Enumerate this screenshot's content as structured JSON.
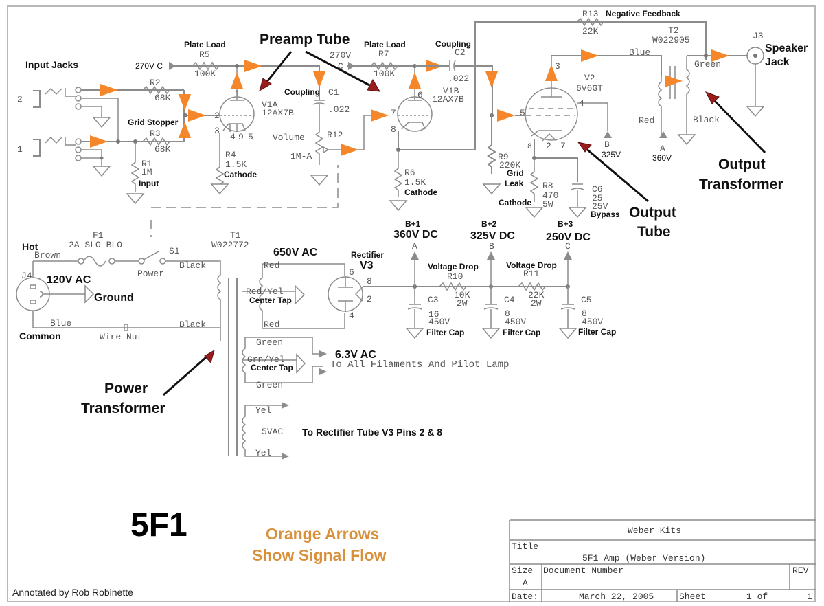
{
  "diagram": {
    "model": "5F1",
    "legend_line1": "Orange Arrows",
    "legend_line2": "Show Signal Flow",
    "credit": "Annotated by Rob Robinette",
    "colors": {
      "signal_arrow": "#f5862a",
      "pointer_arrow": "#9a1c1c",
      "wire": "#8c8c8c",
      "legend_text": "#d9903a"
    }
  },
  "annotations": {
    "input_jacks": "Input Jacks",
    "preamp_tube": "Preamp Tube",
    "output_tube_1": "Output",
    "output_tube_2": "Tube",
    "output_transformer_1": "Output",
    "output_transformer_2": "Transformer",
    "power_transformer_1": "Power",
    "power_transformer_2": "Transformer",
    "speaker_jack_1": "Speaker",
    "speaker_jack_2": "Jack",
    "hot": "Hot",
    "common": "Common",
    "v120": "120V AC",
    "ground": "Ground",
    "v650": "650V AC",
    "rectifier": "Rectifier",
    "v63": "6.3V AC",
    "filaments": "To All Filaments And Pilot Lamp",
    "to_rectifier": "To Rectifier Tube V3 Pins 2 & 8",
    "center_tap": "Center Tap"
  },
  "inputs": {
    "jack2": "2",
    "jack1": "1",
    "r1": {
      "ref": "R1",
      "value": "1M",
      "role": "Input"
    },
    "r2": {
      "ref": "R2",
      "value": "68K"
    },
    "r3": {
      "ref": "R3",
      "value": "68K",
      "role": "Grid Stopper"
    }
  },
  "preamp": {
    "r5": {
      "ref": "R5",
      "value": "100K",
      "role": "Plate Load",
      "supply": "270V C"
    },
    "v1a": {
      "ref": "V1A",
      "type": "12AX7B",
      "pins": [
        "1",
        "2",
        "3",
        "4",
        "9",
        "5"
      ]
    },
    "r4": {
      "ref": "R4",
      "value": "1.5K",
      "role": "Cathode"
    },
    "c1": {
      "ref": "C1",
      "value": ".022",
      "role": "Coupling"
    },
    "r12": {
      "ref": "R12",
      "value": "1M-A",
      "role": "Volume"
    },
    "r7": {
      "ref": "R7",
      "value": "100K",
      "role": "Plate Load",
      "supply_v": "270V",
      "supply_c": "C"
    },
    "v1b": {
      "ref": "V1B",
      "type": "12AX7B",
      "pins": [
        "6",
        "7",
        "8"
      ]
    },
    "r6": {
      "ref": "R6",
      "value": "1.5K",
      "role": "Cathode"
    },
    "c2": {
      "ref": "C2",
      "value": ".022",
      "role": "Coupling"
    }
  },
  "power_amp": {
    "r9": {
      "ref": "R9",
      "value": "220K",
      "role1": "Grid",
      "role2": "Leak"
    },
    "v2": {
      "ref": "V2",
      "type": "6V6GT",
      "pins": [
        "3",
        "4",
        "5",
        "8",
        "2",
        "7"
      ]
    },
    "r8": {
      "ref": "R8",
      "value": "470",
      "rating": "5W",
      "role": "Cathode"
    },
    "c6": {
      "ref": "C6",
      "value": "25",
      "rating": "25V",
      "role": "Bypass"
    },
    "screen": {
      "node": "B",
      "voltage": "325V"
    },
    "r13": {
      "ref": "R13",
      "value": "22K",
      "role": "Negative Feedback"
    },
    "t2": {
      "ref": "T2",
      "part": "W022905",
      "blue": "Blue",
      "red": "Red",
      "green": "Green",
      "black": "Black",
      "node": "A",
      "voltage": "360V"
    },
    "j3": {
      "ref": "J3"
    }
  },
  "mains": {
    "j4": "J4",
    "brown": "Brown",
    "blue": "Blue",
    "f1": {
      "ref": "F1",
      "rating": "2A SLO BLO"
    },
    "s1": {
      "ref": "S1",
      "role": "Power"
    },
    "black_top": "Black",
    "black_bottom": "Black",
    "wire_nut": "Wire Nut",
    "t1": {
      "ref": "T1",
      "part": "W022772"
    }
  },
  "secondary": {
    "hv_red_top": "Red",
    "hv_center": "Red/Yel",
    "hv_red_bottom": "Red",
    "v3": {
      "ref": "V3",
      "pins": [
        "6",
        "8",
        "2",
        "4"
      ]
    },
    "fil_green_top": "Green",
    "fil_center": "Grn/Yel",
    "fil_green_bottom": "Green",
    "rect_yel_top": "Yel",
    "rect_5vac": "5VAC",
    "rect_yel_bottom": "Yel"
  },
  "supply": {
    "b1": {
      "name": "B+1",
      "voltage": "360V DC",
      "node": "A"
    },
    "b2": {
      "name": "B+2",
      "voltage": "325V DC",
      "node": "B"
    },
    "b3": {
      "name": "B+3",
      "voltage": "250V DC",
      "node": "C"
    },
    "r10": {
      "ref": "R10",
      "value": "10K",
      "rating": "2W",
      "role": "Voltage Drop"
    },
    "r11": {
      "ref": "R11",
      "value": "22K",
      "rating": "2W",
      "role": "Voltage Drop"
    },
    "c3": {
      "ref": "C3",
      "value": "16",
      "rating": "450V",
      "role": "Filter Cap"
    },
    "c4": {
      "ref": "C4",
      "value": "8",
      "rating": "450V",
      "role": "Filter Cap"
    },
    "c5": {
      "ref": "C5",
      "value": "8",
      "rating": "450V",
      "role": "Filter Cap"
    }
  },
  "title_block": {
    "company": "Weber Kits",
    "title_label": "Title",
    "title": "5F1 Amp (Weber Version)",
    "size_label": "Size",
    "size": "A",
    "doc_label": "Document Number",
    "rev_label": "REV",
    "date_label": "Date:",
    "date": "March 22, 2005",
    "sheet_label": "Sheet",
    "sheet": "1 of",
    "sheet_total": "1"
  }
}
